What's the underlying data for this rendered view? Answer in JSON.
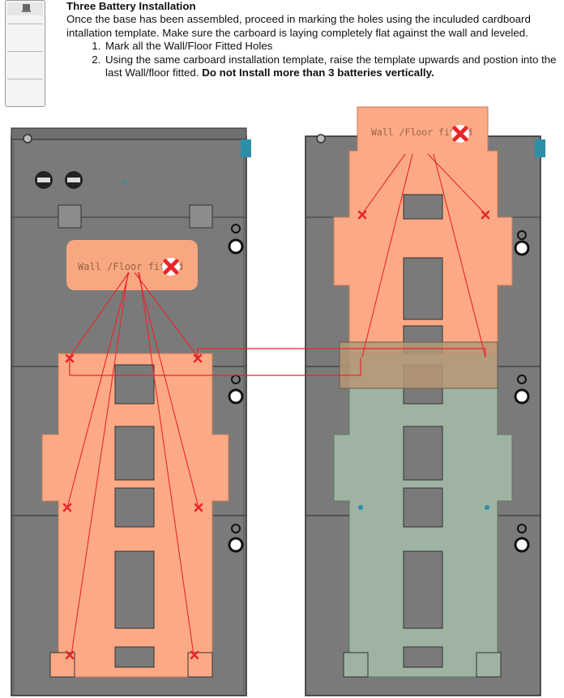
{
  "heading": "Three Battery Installation",
  "intro": "Once the base has been assembled, proceed in marking the holes using the inculuded cardboard intallation template. Make sure the carboard is laying completely flat against the wall and leveled.",
  "steps": [
    {
      "number": "1.",
      "text": "Mark all the Wall/Floor Fitted Holes"
    },
    {
      "number": "2.",
      "text": "Using the same carboard installation template, raise the template upwards and postion into the last Wall/floor fitted.",
      "warning": "Do not Install more than 3 batteries vertically."
    }
  ],
  "callouts": {
    "left": "Wall /Floor fitted",
    "right": "Wall /Floor fitted"
  },
  "colors": {
    "template_orange": "#fcaa86",
    "callout_orange": "#f7a880",
    "template_green": "#9eb3a2",
    "battery_gray": "#7a7a7a",
    "line_red": "#e8262c",
    "x_mark_red": "#e8262c"
  },
  "icons": [
    "red-x-mark-icon"
  ]
}
